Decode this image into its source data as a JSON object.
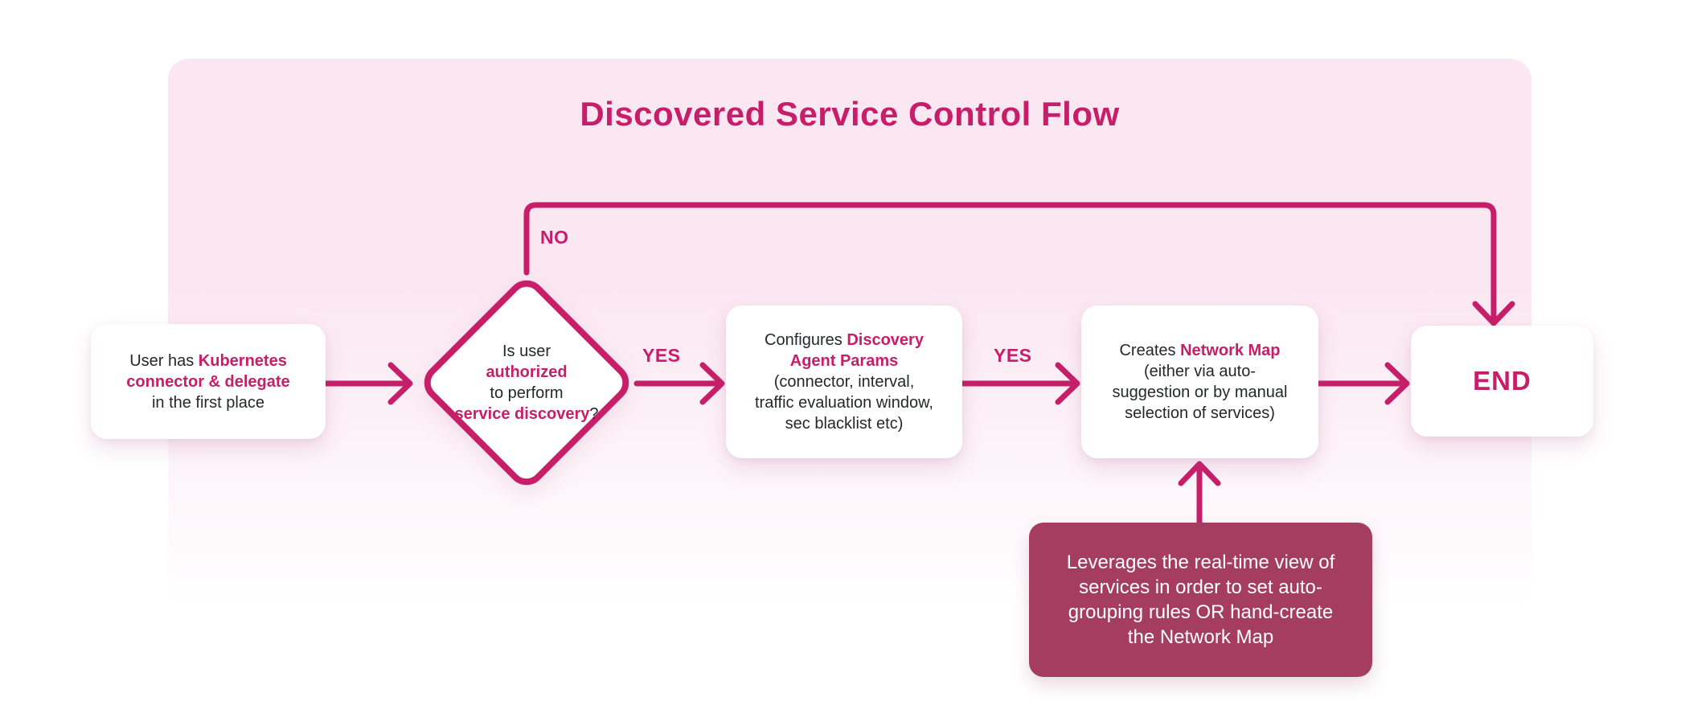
{
  "title": "Discovered Service Control Flow",
  "colors": {
    "accent": "#C71E69",
    "panel": "#FBE7F2",
    "note_bg": "#A43D5F",
    "note_text": "#FFFFFF",
    "text": "#24282D",
    "node_bg": "#FFFFFF"
  },
  "edge_labels": {
    "no": "NO",
    "yes_authorized": "YES",
    "yes_configured": "YES"
  },
  "nodes": {
    "precondition": {
      "lines": [
        {
          "segments": [
            {
              "text": "User has ",
              "accent": false
            },
            {
              "text": "Kubernetes",
              "accent": true
            }
          ]
        },
        {
          "segments": [
            {
              "text": "connector & delegate",
              "accent": true
            }
          ]
        },
        {
          "segments": [
            {
              "text": "in the first place",
              "accent": false
            }
          ]
        }
      ]
    },
    "decision": {
      "lines": [
        {
          "segments": [
            {
              "text": "Is user",
              "accent": false
            }
          ]
        },
        {
          "segments": [
            {
              "text": "authorized",
              "accent": true
            }
          ]
        },
        {
          "segments": [
            {
              "text": "to perform",
              "accent": false
            }
          ]
        },
        {
          "segments": [
            {
              "text": "service discovery",
              "accent": true
            },
            {
              "text": "?",
              "accent": false
            }
          ]
        }
      ]
    },
    "configure_params": {
      "lines": [
        {
          "segments": [
            {
              "text": "Configures ",
              "accent": false
            },
            {
              "text": "Discovery",
              "accent": true
            }
          ]
        },
        {
          "segments": [
            {
              "text": "Agent Params",
              "accent": true
            }
          ]
        },
        {
          "segments": [
            {
              "text": "(connector, interval,",
              "accent": false
            }
          ]
        },
        {
          "segments": [
            {
              "text": "traffic evaluation window,",
              "accent": false
            }
          ]
        },
        {
          "segments": [
            {
              "text": "sec blacklist etc)",
              "accent": false
            }
          ]
        }
      ]
    },
    "create_network_map": {
      "lines": [
        {
          "segments": [
            {
              "text": "Creates ",
              "accent": false
            },
            {
              "text": "Network Map",
              "accent": true
            }
          ]
        },
        {
          "segments": [
            {
              "text": "(either via auto-",
              "accent": false
            }
          ]
        },
        {
          "segments": [
            {
              "text": "suggestion or by manual",
              "accent": false
            }
          ]
        },
        {
          "segments": [
            {
              "text": "selection of services)",
              "accent": false
            }
          ]
        }
      ]
    },
    "end": {
      "label": "END"
    },
    "note": {
      "lines": [
        "Leverages the real-time view of",
        "services in order to set auto-",
        "grouping rules OR hand-create",
        "the Network Map"
      ]
    }
  }
}
